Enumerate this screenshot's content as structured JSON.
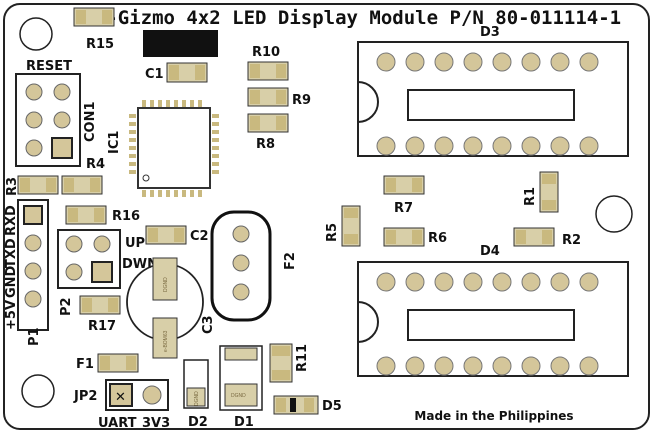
{
  "board": {
    "title": "e-Gizmo 4x2 LED Display Module P/N 80-011114-1",
    "footer": "Made in the Philippines",
    "colors": {
      "outline": "#222222",
      "pad_fill": "#d4c69a",
      "copper": "#cfc08c",
      "ic_body": "#5a5a5a",
      "silk": "#111111"
    }
  },
  "labels": {
    "reset": "RESET",
    "con1": "CON1",
    "ic1": "IC1",
    "c1": "C1",
    "c2": "C2",
    "c3": "C3",
    "r1": "R1",
    "r2": "R2",
    "r3": "R3",
    "r4": "R4",
    "r5": "R5",
    "r6": "R6",
    "r7": "R7",
    "r8": "R8",
    "r9": "R9",
    "r10": "R10",
    "r11": "R11",
    "r15": "R15",
    "r16": "R16",
    "r17": "R17",
    "d1": "D1",
    "d2": "D2",
    "d3": "D3",
    "d4": "D4",
    "d5": "D5",
    "f1": "F1",
    "f2": "F2",
    "p1": "P1",
    "p2": "P2",
    "jp2": "JP2",
    "up": "UP",
    "dwn": "DWN",
    "rxd": "RXD",
    "txd": "TXD",
    "gnd": "GND",
    "v5": "+5V",
    "uart": "UART",
    "v33": "3V3"
  },
  "silk_small": {
    "dgnd": "DGND",
    "ebom": "e-BOM63"
  }
}
